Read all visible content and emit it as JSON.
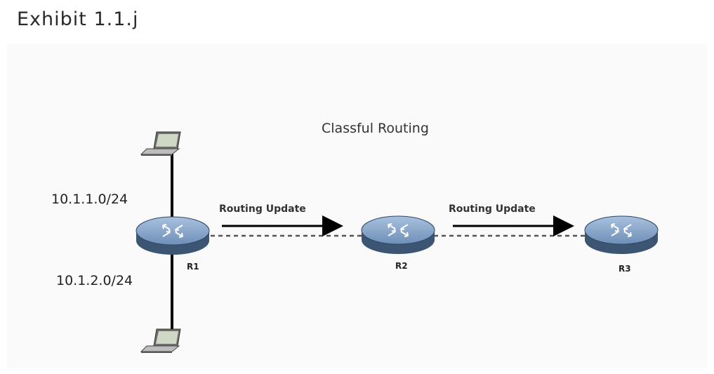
{
  "exhibit_title": "Exhibit 1.1.j",
  "diagram_title": "Classful Routing",
  "networks": [
    {
      "label": "10.1.1.0/24"
    },
    {
      "label": "10.1.2.0/24"
    }
  ],
  "routing_updates": [
    {
      "label": "Routing Update",
      "from": "R1",
      "to": "R2"
    },
    {
      "label": "Routing Update",
      "from": "R2",
      "to": "R3"
    }
  ],
  "routers": [
    {
      "name": "R1"
    },
    {
      "name": "R2"
    },
    {
      "name": "R3"
    }
  ],
  "colors": {
    "router_top": "#7f9fc6",
    "router_side": "#3c5573",
    "link": "#000000",
    "dashed_link": "#555555"
  },
  "icons": [
    "laptop-icon",
    "router-icon",
    "arrow-right-icon"
  ]
}
